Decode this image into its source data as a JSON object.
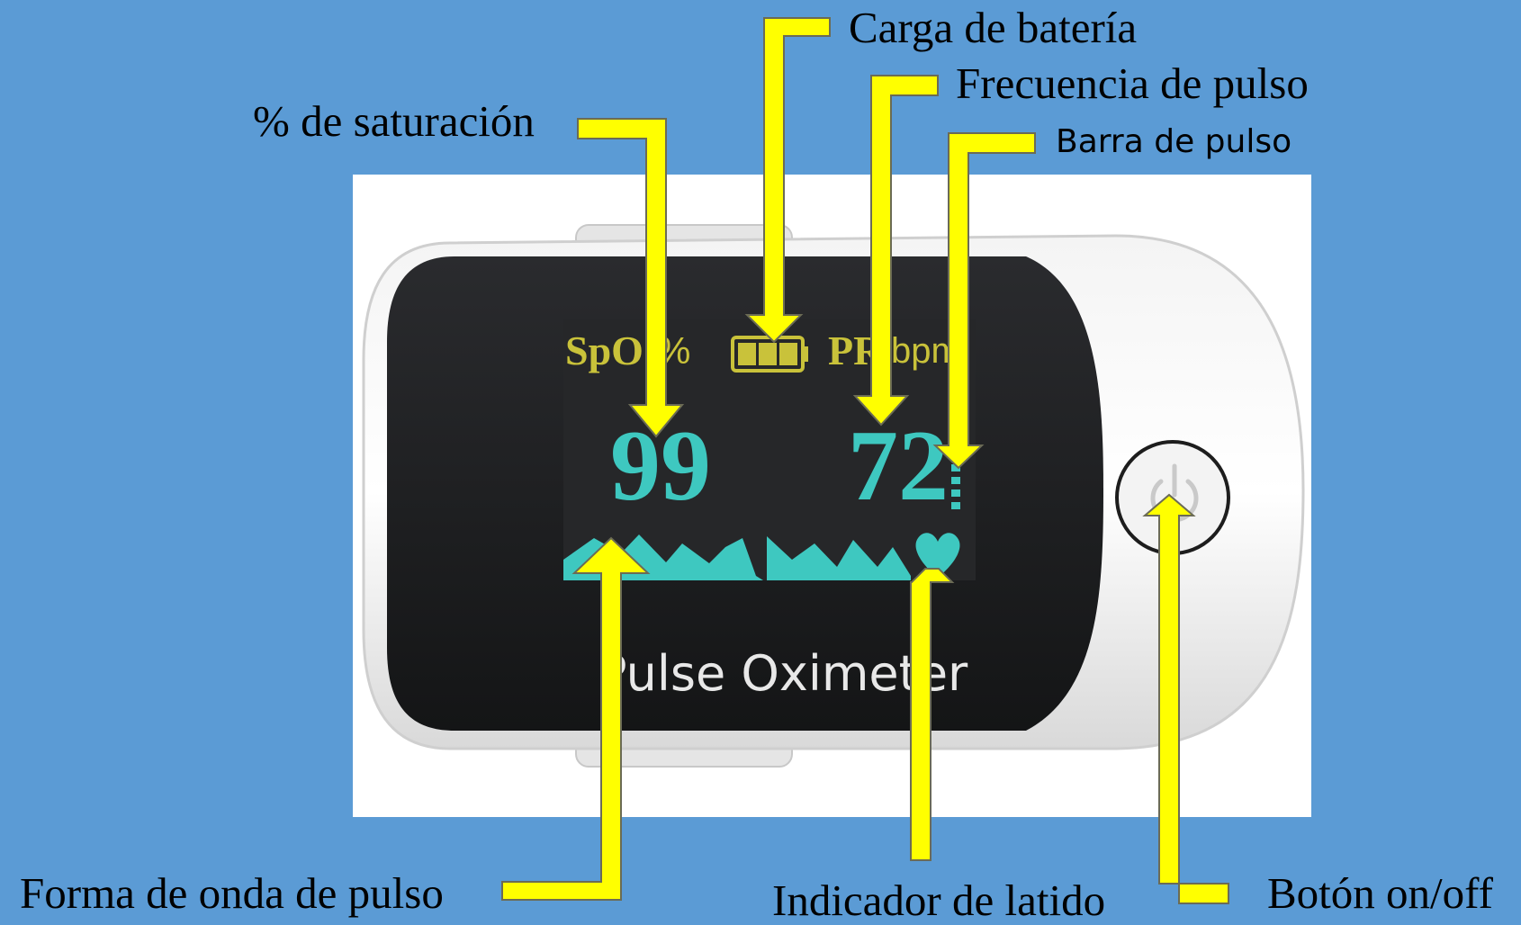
{
  "callouts": {
    "battery": "Carga de batería",
    "pulse_rate": "Frecuencia de pulso",
    "saturation": "% de saturación",
    "pulse_bar": "Barra de pulso",
    "waveform": "Forma de onda de pulso",
    "heartbeat": "Indicador de latido",
    "power_button": "Botón on/off"
  },
  "screen": {
    "spo2_label": "SpO",
    "spo2_unit": "%",
    "pr_label": "PR",
    "pr_unit": "bpm",
    "spo2_value": "99",
    "pr_value": "72",
    "brand": "Pulse Oximeter"
  },
  "colors": {
    "background": "#5b9bd5",
    "arrow_fill": "#ffff00",
    "arrow_outline": "#6b6b55",
    "screen_label": "#c9c23a",
    "screen_value": "#3ec8c0",
    "device_face": "#1f2022"
  },
  "icons": {
    "battery": "battery-full-icon",
    "heart": "heart-icon",
    "power": "power-icon"
  }
}
